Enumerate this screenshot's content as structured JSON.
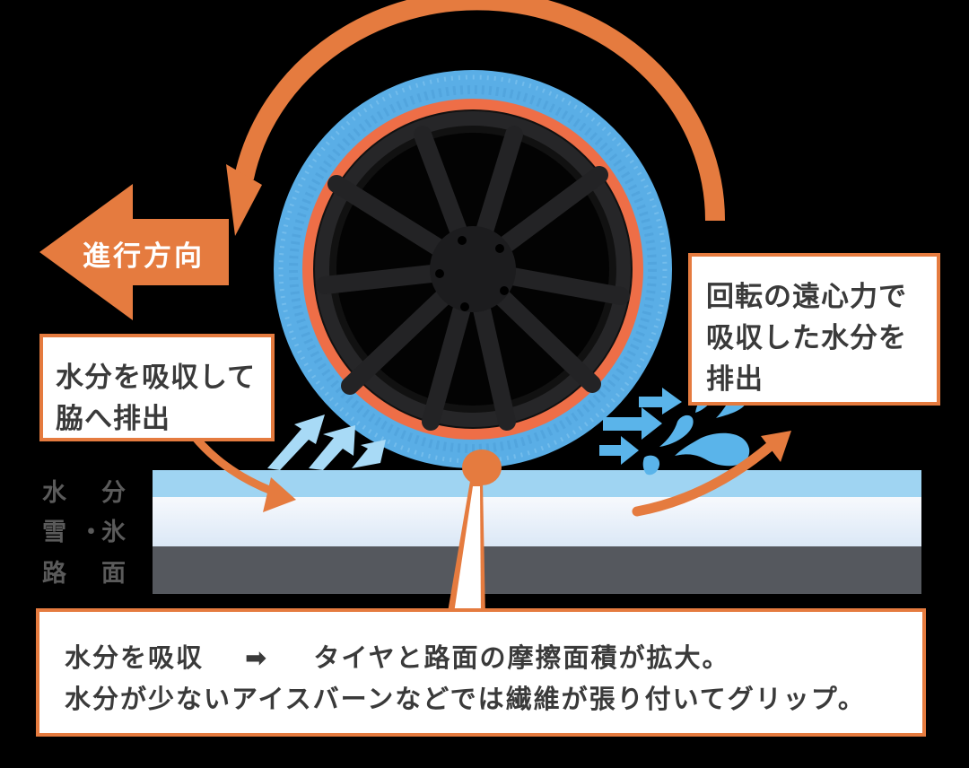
{
  "direction_arrow": {
    "label": "進行方向",
    "color": "#e57b3f"
  },
  "callouts": {
    "left": {
      "lines": [
        "水分を吸収して",
        "脇へ排出"
      ]
    },
    "right": {
      "lines": [
        "回転の遠心力で",
        "吸収した水分を",
        "排出"
      ]
    },
    "bottom": {
      "line1_start": "水分を吸収",
      "line1_arrow": "➡",
      "line1_end": "タイヤと路面の摩擦面積が拡大。",
      "line2": "水分が少ないアイスバーンなどでは繊維が張り付いてグリップ。"
    }
  },
  "ground_labels": {
    "water": [
      "水",
      "分"
    ],
    "snow_ice": [
      "雪",
      "・",
      "氷"
    ],
    "road": [
      "路",
      "面"
    ]
  },
  "colors": {
    "accent_orange": "#e57b3f",
    "sock_blue": "#5aaee6",
    "water_layer": "#9fd4f2",
    "snow_layer": "#eef4fb",
    "road_layer": "#55585e",
    "background": "#000000"
  }
}
